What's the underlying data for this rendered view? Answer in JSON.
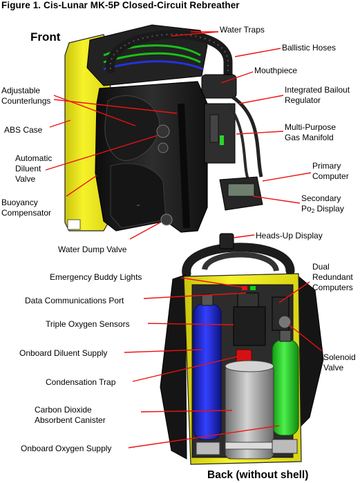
{
  "title": "Figure 1. Cis-Lunar MK-5P Closed-Circuit Rebreather",
  "front_heading": "Front",
  "back_heading": "Back (without shell)",
  "labels": {
    "water_traps": "Water Traps",
    "ballistic_hoses": "Ballistic Hoses",
    "mouthpiece": "Mouthpiece",
    "bailout_1": "Integrated Bailout",
    "bailout_2": "Regulator",
    "gas_manifold_1": "Multi-Purpose",
    "gas_manifold_2": "Gas Manifold",
    "primary_1": "Primary",
    "primary_2": "Computer",
    "secondary_1": "Secondary",
    "secondary_po": "Po",
    "secondary_sub": "2",
    "secondary_display": " Display",
    "counterlungs_1": "Adjustable",
    "counterlungs_2": "Counterlungs",
    "abs_case": "ABS Case",
    "adv_1": "Automatic",
    "adv_2": "Diluent",
    "adv_3": "Valve",
    "bc_1": "Buoyancy",
    "bc_2": "Compensator",
    "water_dump": "Water Dump Valve",
    "hud": "Heads-Up Display",
    "buddy_lights": "Emergency Buddy Lights",
    "data_port": "Data Communications Port",
    "dual_1": "Dual",
    "dual_2": "Redundant",
    "dual_3": "Computers",
    "oxygen_sensors": "Triple Oxygen Sensors",
    "diluent_supply": "Onboard Diluent Supply",
    "solenoid_1": "Solenoid",
    "solenoid_2": "Valve",
    "condensation": "Condensation Trap",
    "co2_1": "Carbon Dioxide",
    "co2_2": "Absorbent Canister",
    "oxygen_supply": "Onboard Oxygen Supply"
  },
  "colors": {
    "leader_line": "#ee1111",
    "case_yellow": "#f2ee1c",
    "shell_black": "#1c1c1c",
    "diluent_blue": "#1a22c8",
    "oxygen_green": "#22cc22",
    "canister_gray": "#a8a8a8"
  }
}
